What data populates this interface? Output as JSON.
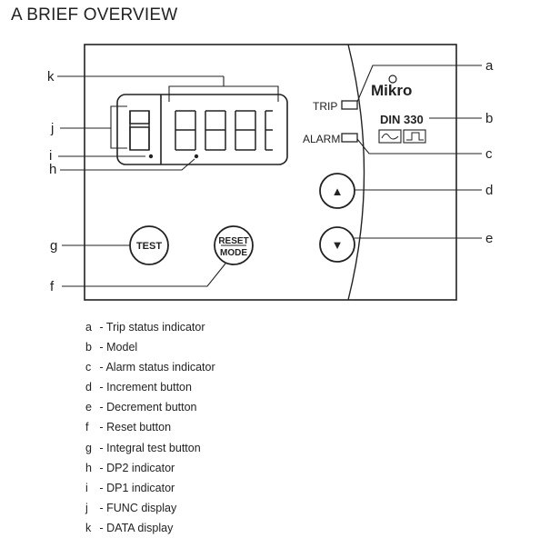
{
  "title": "A BRIEF OVERVIEW",
  "device": {
    "brand": "Mikro",
    "model": "DIN 330",
    "trip_label": "TRIP",
    "alarm_label": "ALARM",
    "test_label": "TEST",
    "reset_label": "RESET",
    "mode_label": "MODE",
    "up_symbol": "▲",
    "down_symbol": "▼"
  },
  "callouts": {
    "a": "a",
    "b": "b",
    "c": "c",
    "d": "d",
    "e": "e",
    "f": "f",
    "g": "g",
    "h": "h",
    "i": "i",
    "j": "j",
    "k": "k"
  },
  "legend": [
    {
      "key": "a",
      "sep": "-",
      "text": "Trip status indicator"
    },
    {
      "key": "b",
      "sep": "-",
      "text": "Model"
    },
    {
      "key": "c",
      "sep": "-",
      "text": "Alarm status indicator"
    },
    {
      "key": "d",
      "sep": "-",
      "text": "Increment button"
    },
    {
      "key": "e",
      "sep": "-",
      "text": "Decrement button"
    },
    {
      "key": "f",
      "sep": "-",
      "text": "Reset button"
    },
    {
      "key": "g",
      "sep": "-",
      "text": "Integral test button"
    },
    {
      "key": "h",
      "sep": "-",
      "text": "DP2 indicator"
    },
    {
      "key": "i",
      "sep": "-",
      "text": "DP1 indicator"
    },
    {
      "key": "j",
      "sep": "-",
      "text": "FUNC display"
    },
    {
      "key": "k",
      "sep": "-",
      "text": "DATA display"
    }
  ]
}
